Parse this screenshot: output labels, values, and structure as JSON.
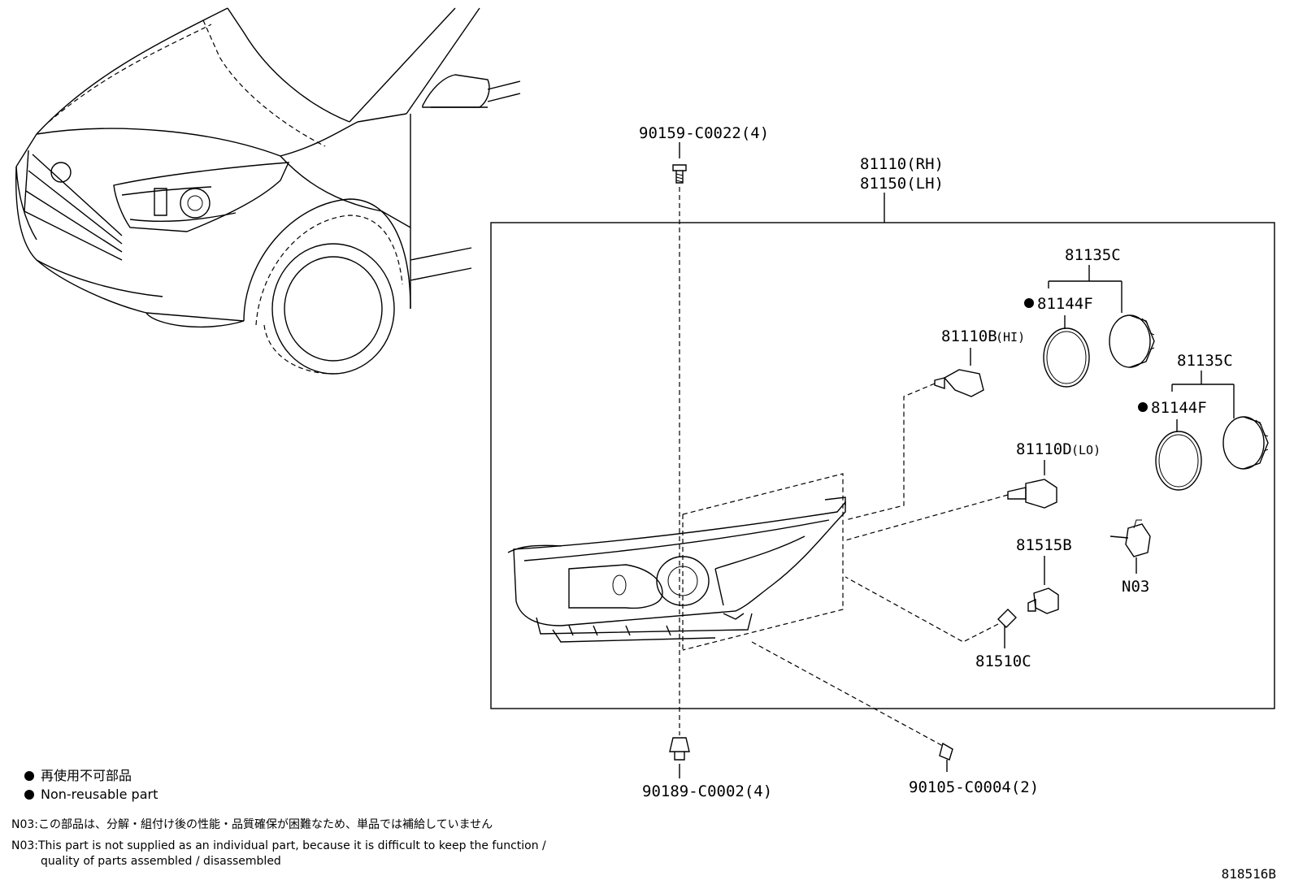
{
  "labels": {
    "bolt_top": "90159-C0022(4)",
    "assembly_rh": "81110(RH)",
    "assembly_lh": "81150(LH)",
    "cover_upper": "81135C",
    "seal_upper": "81144F",
    "bulb_hi": "81110B",
    "bulb_hi_tag": "(HI)",
    "cover_lower": "81135C",
    "seal_lower": "81144F",
    "bulb_lo": "81110D",
    "bulb_lo_tag": "(LO)",
    "socket": "81515B",
    "motor": "N03",
    "bulb_small": "81510C",
    "clip_bottom": "90189-C0002(4)",
    "screw_bottom": "90105-C0004(2)"
  },
  "legend": {
    "jp": "再使用不可部品",
    "en": "Non-reusable part"
  },
  "notes": {
    "jp": "N03:この部品は、分解・組付け後の性能・品質確保が困難なため、単品では補給していません",
    "en_line1": "N03:This part is not supplied as an individual part, because it is difficult to keep the function /",
    "en_line2": "quality of parts assembled / disassembled"
  },
  "figure_number": "818516B"
}
